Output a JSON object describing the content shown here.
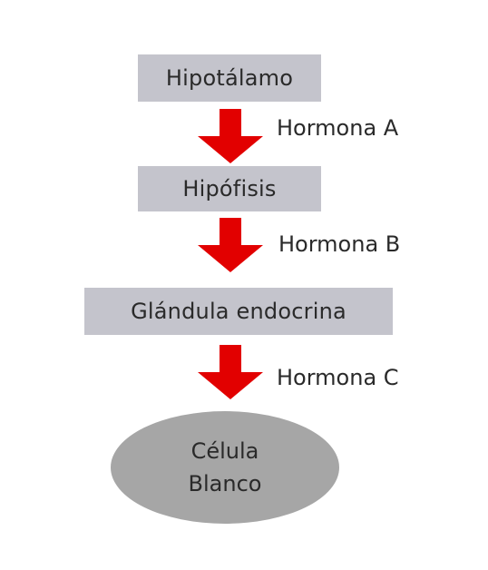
{
  "colors": {
    "box_fill": "#c4c4cc",
    "ellipse_fill": "#a6a6a6",
    "arrow_fill": "#e20000",
    "text": "#2a2a2a"
  },
  "nodes": {
    "hipotalamo": "Hipotálamo",
    "hipofisis": "Hipófisis",
    "glandula": "Glándula endocrina",
    "target_line1": "Célula",
    "target_line2": "Blanco"
  },
  "edges": {
    "a": "Hormona A",
    "b": "Hormona B",
    "c": "Hormona C"
  }
}
